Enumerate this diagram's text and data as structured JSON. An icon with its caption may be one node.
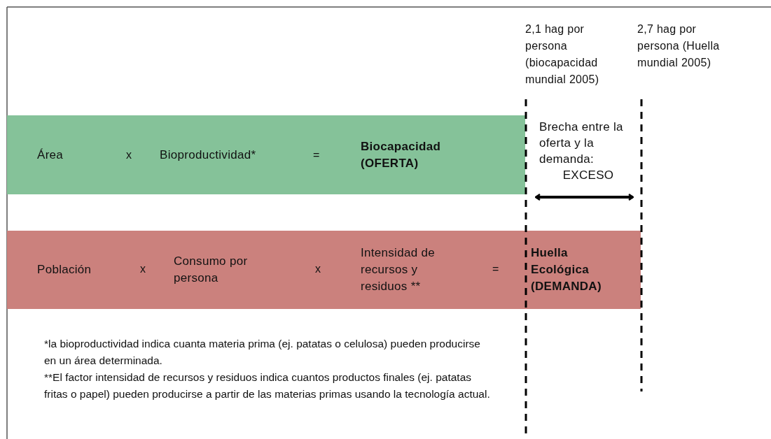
{
  "diagram": {
    "nodes": [
      {
        "text": [],
        "shape": "bar"
      },
      {
        "text": [
          "Área"
        ],
        "in": 0
      },
      {
        "text": [
          "Bioproductividad*"
        ],
        "in": 0
      },
      {
        "text": [
          "Biocapacidad (OFERTA)"
        ],
        "in": 0
      },
      {
        "text": [],
        "shape": "bar"
      },
      {
        "text": [
          "Población"
        ],
        "in": 4
      },
      {
        "text": [
          "Consumo por persona"
        ],
        "in": 4
      },
      {
        "text": [
          "Intensidad de recursos y residuos **"
        ],
        "in": 4
      },
      {
        "text": [
          "Huella Ecológica (DEMANDA)"
        ],
        "in": 4
      },
      {
        "text": [
          "Brecha entre la oferta y la demanda:",
          "EXCESO"
        ]
      }
    ],
    "labels": [
      "2,1 hag por persona (biocapacidad mundial 2005)",
      "2,7 hag por persona (Huella mundial 2005)",
      "x",
      "=",
      "x",
      "x",
      "=",
      "*la bioproductividad indica cuanta materia prima (ej. patatas o celulosa) pueden producirse en un área determinada.",
      "**El factor intensidad de recursos y residuos indica cuantos productos finales (ej. patatas fritas o papel) pueden producirse a partir de las materias primas usando la tecnología actual."
    ]
  }
}
